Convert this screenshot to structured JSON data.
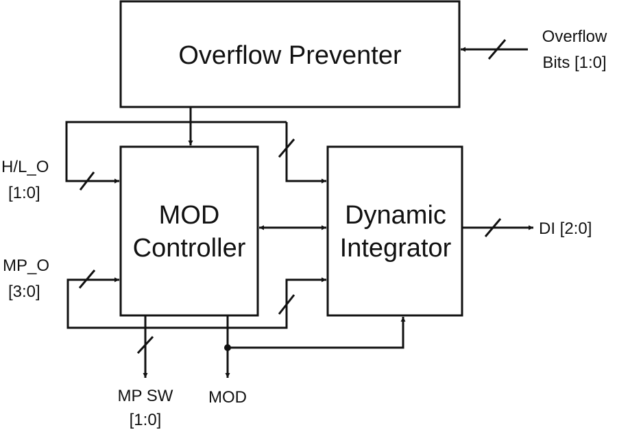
{
  "blocks": {
    "overflow_preventer": "Overflow Preventer",
    "mod_controller": [
      "MOD",
      "Controller"
    ],
    "dynamic_integrator": [
      "Dynamic",
      "Integrator"
    ]
  },
  "signals": {
    "overflow_bits": [
      "Overflow",
      "Bits [1:0]"
    ],
    "hl_o": [
      "H/L_O",
      "[1:0]"
    ],
    "mp_o": [
      "MP_O",
      "[3:0]"
    ],
    "di": "DI [2:0]",
    "mp_sw": [
      "MP SW",
      "[1:0]"
    ],
    "mod": "MOD"
  },
  "colors": {
    "ink": "#111111",
    "background": "#ffffff"
  }
}
